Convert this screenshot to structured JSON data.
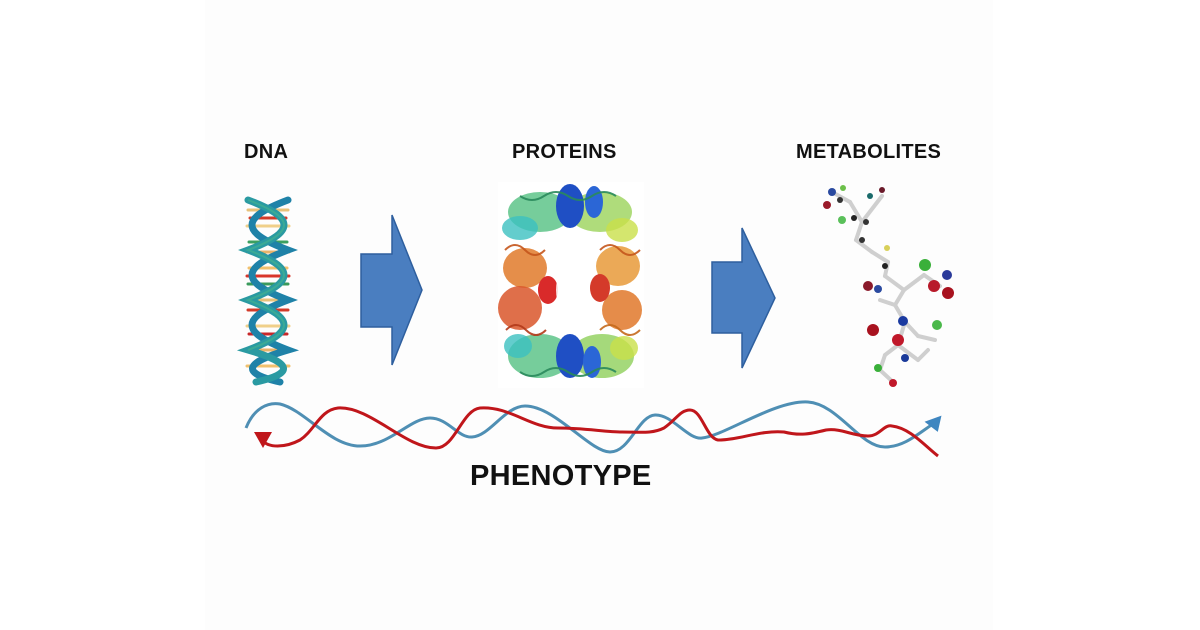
{
  "diagram": {
    "title": "DNA to Proteins to Metabolites to Phenotype",
    "stages": [
      {
        "label": "DNA",
        "icon": "dna-double-helix-icon"
      },
      {
        "label": "PROTEINS",
        "icon": "protein-ribbon-structure-icon"
      },
      {
        "label": "METABOLITES",
        "icon": "molecule-ball-and-stick-icon"
      }
    ],
    "arrows": [
      {
        "from": "DNA",
        "to": "PROTEINS",
        "color": "#4a7ec0"
      },
      {
        "from": "PROTEINS",
        "to": "METABOLITES",
        "color": "#4a7ec0"
      }
    ],
    "bottom_label": "PHENOTYPE",
    "waves": [
      {
        "name": "forward-wave",
        "color": "#4f8fb4",
        "direction": "left-to-right"
      },
      {
        "name": "feedback-wave",
        "color": "#c0161b",
        "direction": "right-to-left"
      }
    ],
    "colors": {
      "background": "#ffffff",
      "panel": "#fdfdfd",
      "text": "#111111",
      "arrow_blue": "#4a7ec0",
      "wave_blue": "#4f8fb4",
      "wave_red": "#c0161b"
    }
  }
}
